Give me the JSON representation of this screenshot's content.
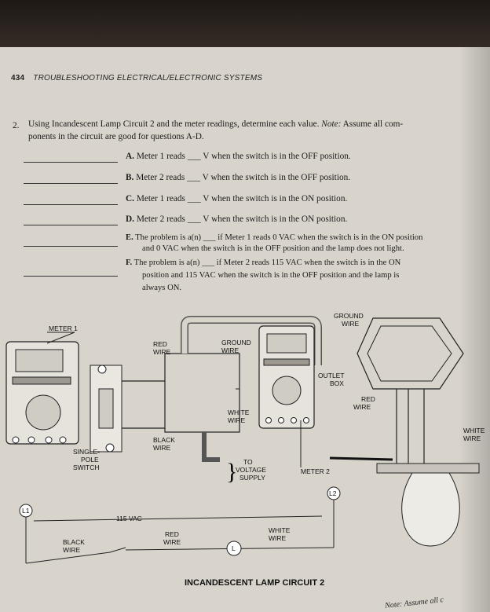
{
  "header": {
    "page_number": "434",
    "title": "TROUBLESHOOTING ELECTRICAL/ELECTRONIC SYSTEMS"
  },
  "question": {
    "number": "2.",
    "stem": "Using Incandescent Lamp Circuit 2 and the meter readings, determine each value.",
    "note_label": "Note:",
    "note_line1": "Assume all com-",
    "stem_line2": "ponents in the circuit are good for questions A-D.",
    "items": [
      {
        "letter": "A.",
        "text": "Meter 1 reads ___ V when the switch is in the OFF position."
      },
      {
        "letter": "B.",
        "text": "Meter 2 reads ___ V when the switch is in the OFF position."
      },
      {
        "letter": "C.",
        "text": "Meter 1 reads ___ V when the switch is in the ON position."
      },
      {
        "letter": "D.",
        "text": "Meter 2 reads ___ V when the switch is in the ON position."
      },
      {
        "letter": "E.",
        "text": "The problem is a(n) ___ if Meter 1 reads 0 VAC when the switch is in the ON position",
        "line2": "and 0 VAC when the switch is in the OFF position and the lamp does not light."
      },
      {
        "letter": "F.",
        "text": "The problem is a(n) ___ if Meter 2 reads 115 VAC when the switch is in the ON",
        "line2": "position and 115 VAC when the switch is in the OFF position and the lamp is",
        "line3": "always ON."
      }
    ]
  },
  "diagram": {
    "meter1": "METER 1",
    "meter2": "METER 2",
    "red_wire": [
      "RED",
      "WIRE"
    ],
    "ground_wire": [
      "GROUND",
      "WIRE"
    ],
    "ground_wire_top": [
      "GROUND",
      "WIRE"
    ],
    "outlet_box": [
      "OUTLET",
      "BOX"
    ],
    "red_wire_right": [
      "RED",
      "WIRE"
    ],
    "white_wire_mid": [
      "WHITE",
      "WIRE"
    ],
    "white_wire_right": [
      "WHITE",
      "WIRE"
    ],
    "black_wire": [
      "BLACK",
      "WIRE"
    ],
    "single_pole": [
      "SINGLE-",
      "POLE",
      "SWITCH"
    ],
    "to_supply": [
      "TO",
      "VOLTAGE",
      "SUPPLY"
    ],
    "l1": "L1",
    "l2": "L2",
    "lamp": "L",
    "vac": "115 VAC",
    "sch_black": [
      "BLACK",
      "WIRE"
    ],
    "sch_red": [
      "RED",
      "WIRE"
    ],
    "sch_white": [
      "WHITE",
      "WIRE"
    ],
    "circuit_title": "INCANDESCENT LAMP CIRCUIT 2"
  },
  "next_page_text": "Note: Assume all c"
}
